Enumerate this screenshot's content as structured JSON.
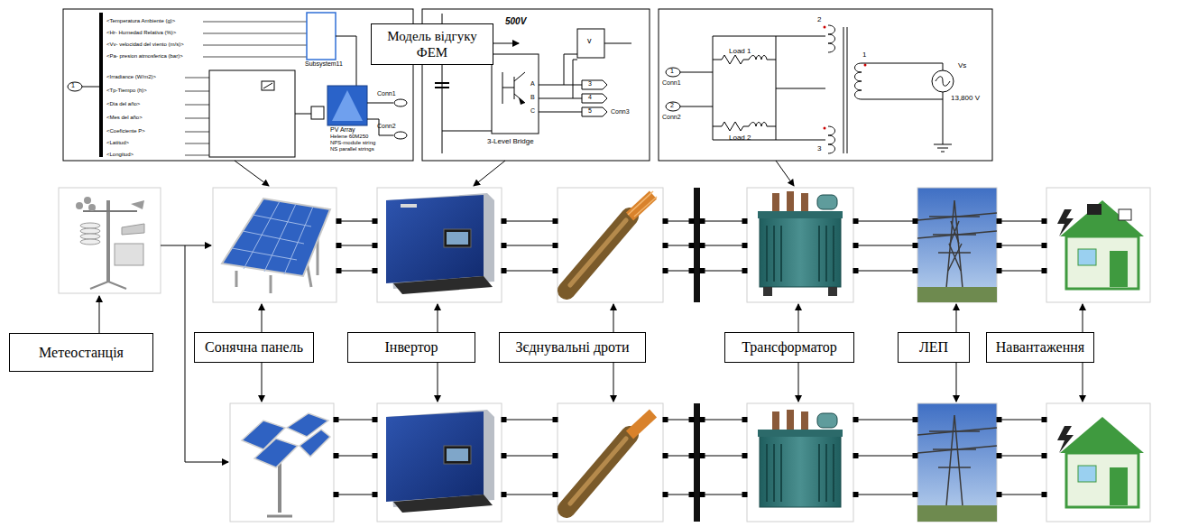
{
  "diagram": {
    "nodes": [
      {
        "text": [
          "Модель відгуку ФЕМ"
        ]
      },
      {
        "text": [
          "Метеостанція"
        ]
      },
      {
        "text": [
          "Сонячна панель"
        ]
      },
      {
        "text": [
          "Інвертор"
        ]
      },
      {
        "text": [
          "Зєднувальні дроти"
        ]
      },
      {
        "text": [
          "Трансформатор"
        ]
      },
      {
        "text": [
          "ЛЕП"
        ]
      },
      {
        "text": [
          "Навантаження"
        ]
      }
    ],
    "labels": [
      "1",
      "<Temperatura Ambiente (g)>",
      "<Hr- Humedad Relativa (%)>",
      "<Vv- velocidad del viento (m/s)>",
      "<Pa- presion atmosferica (bar)>",
      "<Irradiance (W/m2)>",
      "<Tp-Tiempo (h)>",
      "<Dia del año>",
      "<Mes del año>",
      "<Coeficiente P>",
      "<Latitud>",
      "<Longitud>",
      "Subsystem11",
      "PV Array",
      "Helene 60M250",
      "NPS-module string",
      "NS parallel strings",
      "Conn1",
      "Conn2",
      "500V",
      "3-Level Bridge",
      "A",
      "B",
      "C",
      "3",
      "4",
      "5",
      "Conn3",
      "v",
      "1",
      "2",
      "Conn1",
      "Conn2",
      "Load 1",
      "Load 2",
      "2",
      "1",
      "3",
      "Vs",
      "13,800 V"
    ]
  }
}
